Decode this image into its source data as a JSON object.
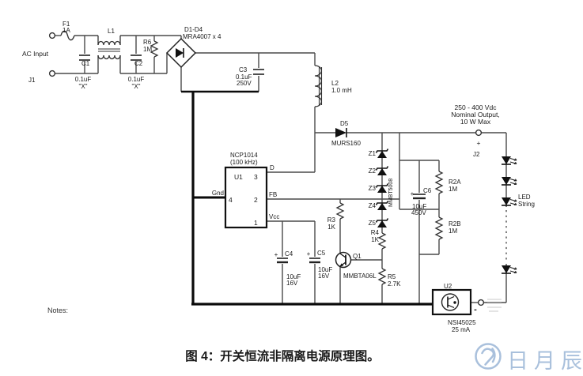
{
  "figure": {
    "caption": "图 4：开关恒流非隔离电源原理图。",
    "notes": "Notes:"
  },
  "watermark": {
    "brand": "日月辰"
  },
  "labels": {
    "ac_input": "AC Input",
    "j1": "J1",
    "f1": "F1",
    "f1_val": "1A",
    "c1": "C1",
    "c1_val": "0.1uF",
    "c1_class": "\"X\"",
    "l1": "L1",
    "c2": "C2",
    "c2_val": "0.1uF",
    "c2_class": "\"X\"",
    "r6": "R6",
    "r6_val": "1M",
    "bridge_ref": "D1-D4",
    "bridge_part": "MRA4007 x 4",
    "c3": "C3",
    "c3_val": "0.1uF",
    "c3_volt": "250V",
    "l2": "L2",
    "l2_val": "1.0 mH",
    "u1_part": "NCP1014",
    "u1_freq": "(100 kHz)",
    "u1": "U1",
    "pin1": "1",
    "pin2": "2",
    "pin3": "3",
    "pin4": "4",
    "pin_d": "D",
    "pin_fb": "FB",
    "pin_vcc": "Vcc",
    "pin_gnd": "Gnd",
    "d5": "D5",
    "d5_part": "MURS160",
    "out1": "250 - 400 Vdc",
    "out2": "Nominal Output,",
    "out3": "10 W Max",
    "j2": "J2",
    "plus": "+",
    "minus": "-",
    "z1": "Z1",
    "z2": "Z2",
    "z3": "Z3",
    "z4": "Z4",
    "z5": "Z5",
    "z_part": "MMBT5008",
    "r4": "R4",
    "r4_val": "1K",
    "r5": "R5",
    "r5_val": "2.7K",
    "r3": "R3",
    "r3_val": "1K",
    "q1": "Q1",
    "q1_part": "MMBTA06L",
    "c4": "C4",
    "c4_val": "10uF",
    "c4_volt": "16V",
    "c5": "C5",
    "c5_val": "10uF",
    "c5_volt": "16V",
    "c6": "C6",
    "c6_val": "10uF",
    "c6_volt": "450V",
    "r2a": "R2A",
    "r2a_val": "1M",
    "r2b": "R2B",
    "r2b_val": "1M",
    "led1": "LED",
    "led2": "String",
    "u2": "U2",
    "u2_part": "NSI45025",
    "u2_val": "25 mA"
  }
}
